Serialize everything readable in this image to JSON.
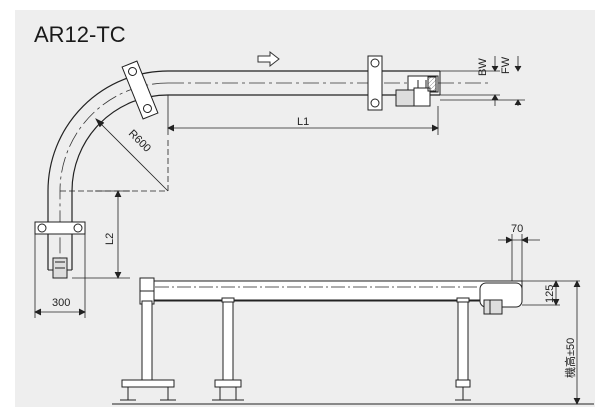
{
  "title": "AR12-TC",
  "labels": {
    "bw": "BW",
    "fw": "FW",
    "l1": "L1",
    "radius": "R600",
    "l2": "L2",
    "width_300": "300",
    "dim_70": "70",
    "dim_125": "125",
    "height": "機高±50"
  },
  "direction_icon": "hollow-right-arrow"
}
